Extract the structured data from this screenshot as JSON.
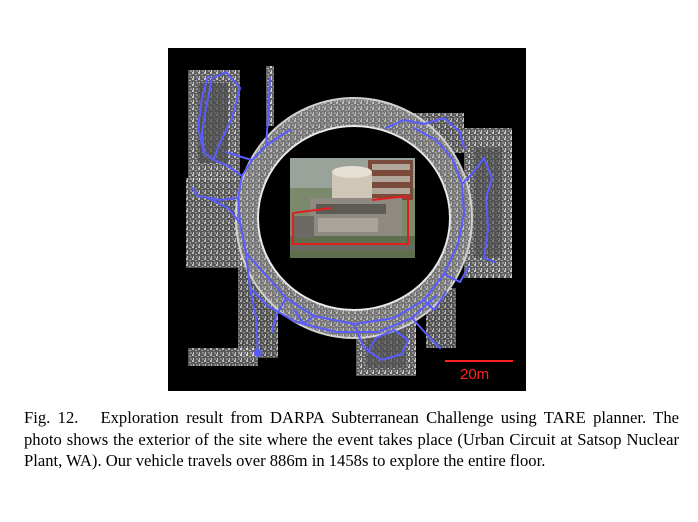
{
  "figure": {
    "scale_bar_label": "20m",
    "colors": {
      "background": "#000000",
      "map_points": "#bdbdbd",
      "trajectory": "#5a5cff",
      "scale_bar": "#ff2222",
      "photo_outline": "#e02020"
    },
    "photo_description_alt": ""
  },
  "caption": {
    "label": "Fig. 12.",
    "text": "Exploration result from DARPA Subterranean Challenge using TARE planner. The photo shows the exterior of the site where the event takes place (Urban Circuit at Satsop Nuclear Plant, WA). Our vehicle travels over 886m in 1458s to explore the entire floor."
  }
}
